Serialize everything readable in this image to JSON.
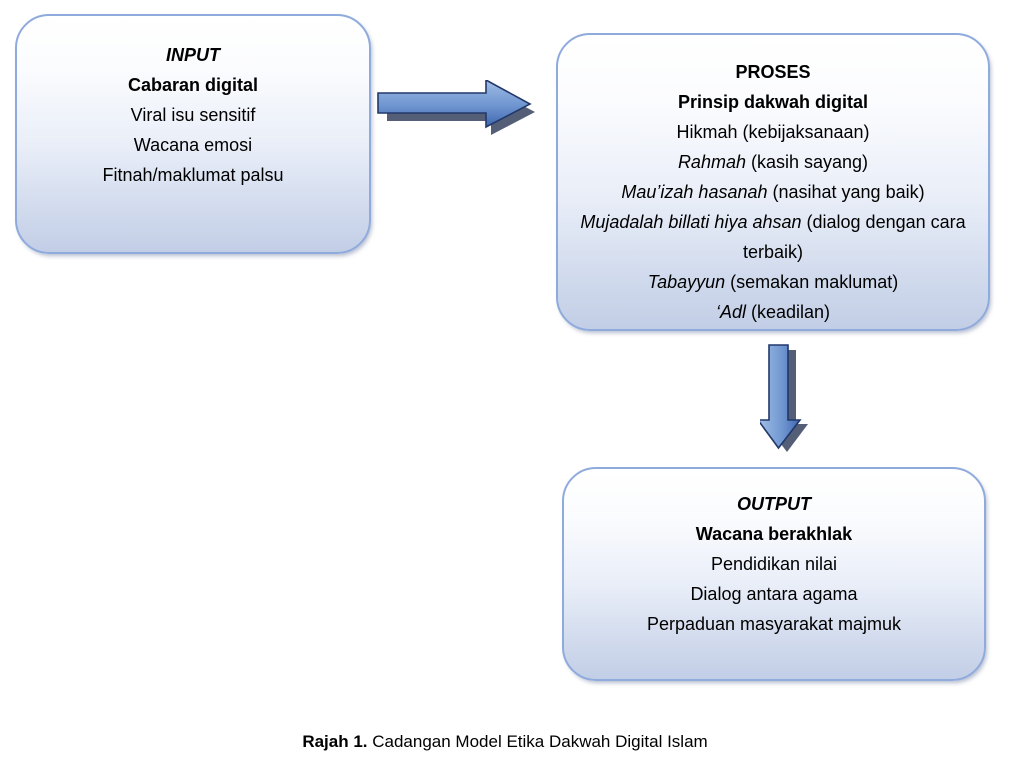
{
  "figure": {
    "caption_label": "Rajah 1.",
    "caption_text": " Cadangan Model Etika Dakwah Digital Islam"
  },
  "colors": {
    "box_border": "#8faadc",
    "box_fill_top": "#ffffff",
    "box_fill_bottom": "#c2cee6",
    "arrow_light": "#9cb9e4",
    "arrow_mid": "#5b82c4",
    "arrow_dark": "#3a60a8",
    "arrow_outline": "#1f3864",
    "text": "#000000"
  },
  "nodes": {
    "input": {
      "heading": "INPUT",
      "subheading": "Cabaran digital",
      "items": [
        "Viral isu sensitif",
        "Wacana emosi",
        "Fitnah/maklumat palsu"
      ]
    },
    "proses": {
      "heading": "PROSES",
      "subheading": "Prinsip dakwah digital",
      "items": [
        {
          "term": "Hikmah",
          "term_italic": false,
          "gloss": " (kebijaksanaan)"
        },
        {
          "term": "Rahmah",
          "term_italic": true,
          "gloss": " (kasih sayang)"
        },
        {
          "term": "Mau’izah hasanah",
          "term_italic": true,
          "gloss": " (nasihat yang baik)"
        },
        {
          "term": "Mujadalah billati hiya ahsan",
          "term_italic": true,
          "gloss": " (dialog dengan cara terbaik)"
        },
        {
          "term": "Tabayyun",
          "term_italic": true,
          "gloss": " (semakan maklumat)"
        },
        {
          "term": "‘Adl",
          "term_italic": true,
          "gloss": " (keadilan)"
        }
      ]
    },
    "output": {
      "heading": "OUTPUT",
      "subheading": "Wacana berakhlak",
      "items": [
        "Pendidikan nilai",
        "Dialog antara agama",
        "Perpaduan masyarakat majmuk"
      ]
    }
  },
  "connectors": [
    {
      "name": "input-to-proses",
      "direction": "right",
      "icon": "right-arrow-icon"
    },
    {
      "name": "proses-to-output",
      "direction": "down",
      "icon": "down-arrow-icon"
    }
  ]
}
